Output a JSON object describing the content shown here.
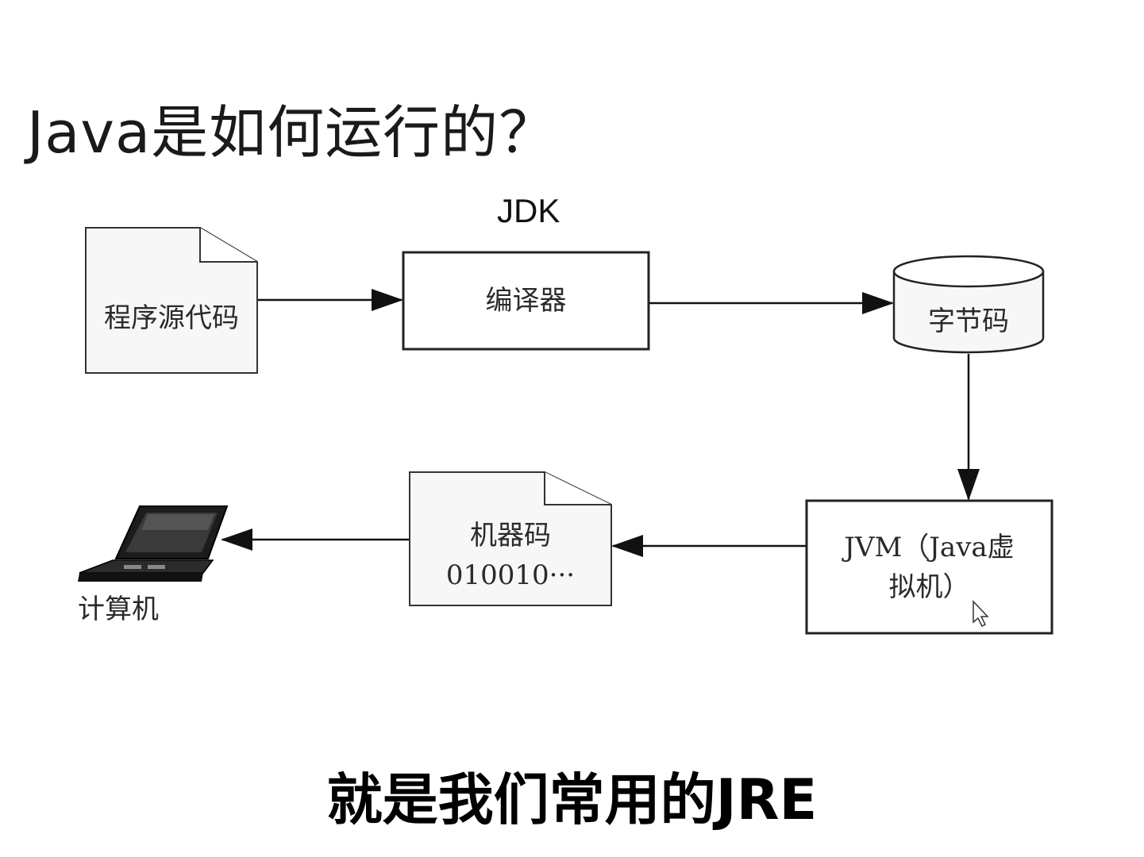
{
  "title": "Java是如何运行的？",
  "jdk_label": "JDK",
  "nodes": {
    "source_code": "程序源代码",
    "compiler": "编译器",
    "bytecode": "字节码",
    "jvm_line1": "JVM（Java虚",
    "jvm_line2": "拟机）",
    "machine_code_line1": "机器码",
    "machine_code_line2": "010010···",
    "computer": "计算机"
  },
  "subtitle": "就是我们常用的JRE",
  "colors": {
    "stroke": "#222222",
    "document_fill": "#f7f7f7",
    "text": "#2a2a2a"
  },
  "icons": [
    "laptop-icon",
    "mouse-cursor-icon"
  ]
}
